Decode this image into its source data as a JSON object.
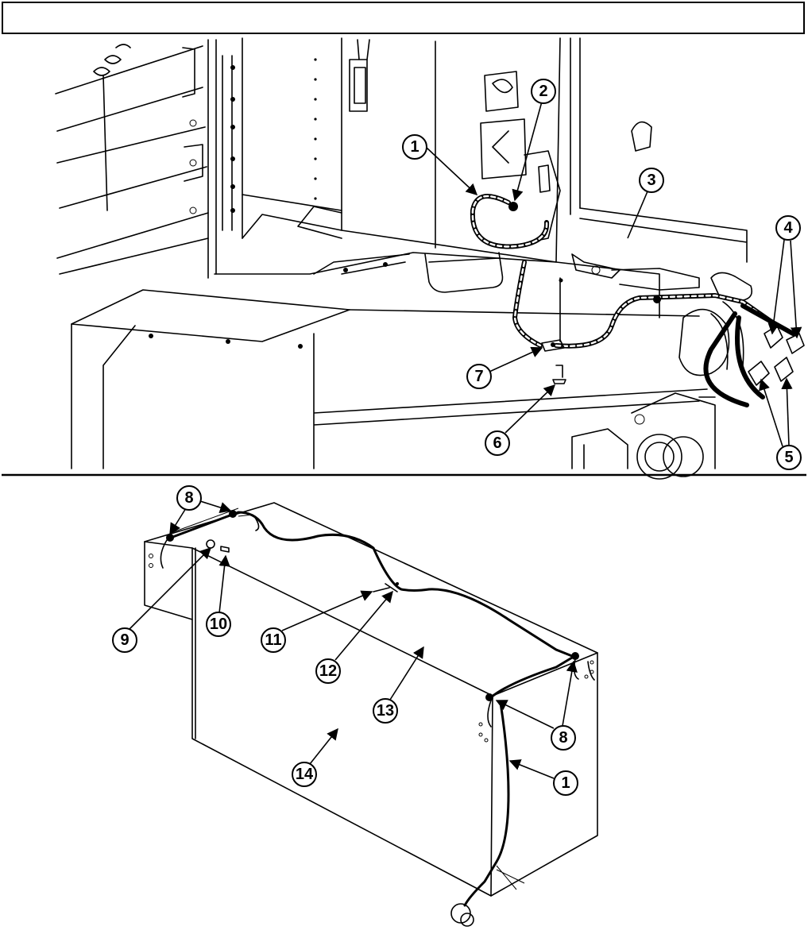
{
  "header": {
    "title": ""
  },
  "callouts": {
    "c1": "1",
    "c2": "2",
    "c3": "3",
    "c4": "4",
    "c5": "5",
    "c6": "6",
    "c7": "7",
    "c8": "8",
    "c9": "9",
    "c10": "10",
    "c11": "11",
    "c12": "12",
    "c13": "13",
    "c14": "14"
  }
}
